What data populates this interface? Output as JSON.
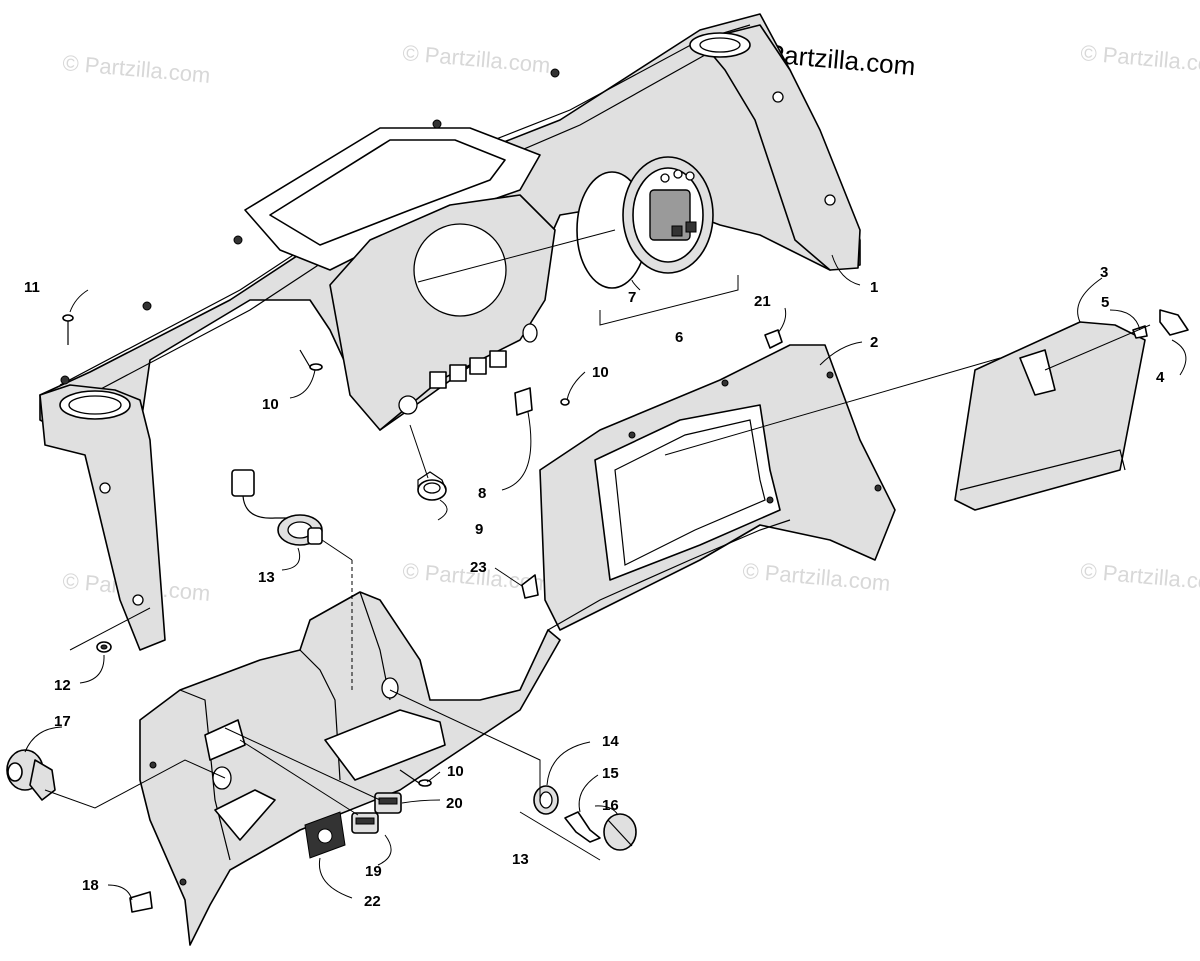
{
  "brand": "© Partzilla.com",
  "watermarks": [
    "© Partzilla.com",
    "© Partzilla.com",
    "© Partzilla.com",
    "© Partzilla.com",
    "© Partzilla.com",
    "© Partzilla.com",
    "© Partzilla.com"
  ],
  "callouts": [
    "1",
    "2",
    "3",
    "4",
    "5",
    "6",
    "7",
    "8",
    "9",
    "10",
    "10",
    "10",
    "11",
    "12",
    "13",
    "13",
    "14",
    "15",
    "16",
    "17",
    "18",
    "19",
    "20",
    "21",
    "22",
    "23"
  ]
}
